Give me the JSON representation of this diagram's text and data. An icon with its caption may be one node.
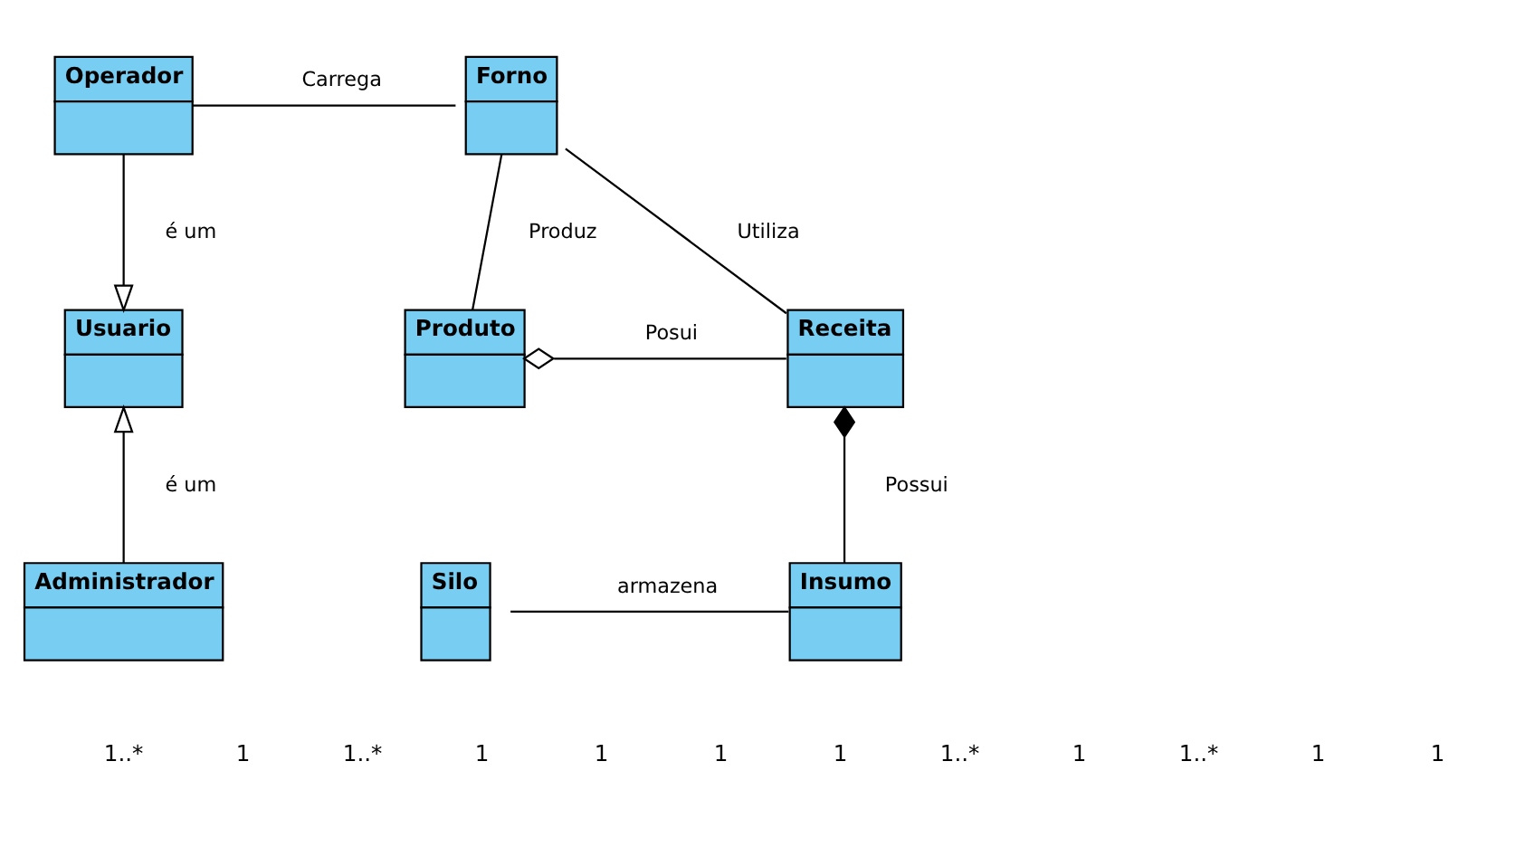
{
  "diagram": {
    "nodes": [
      {
        "text": [
          "Operador"
        ]
      },
      {
        "text": [
          "Forno"
        ]
      },
      {
        "text": [
          "Usuario"
        ]
      },
      {
        "text": [
          "Produto"
        ]
      },
      {
        "text": [
          "Receita"
        ]
      },
      {
        "text": [
          "Administrador"
        ]
      },
      {
        "text": [
          "Silo"
        ]
      },
      {
        "text": [
          "Insumo"
        ]
      }
    ],
    "edges": [
      {
        "from": 0,
        "to": 1,
        "arrow": "none",
        "label": "Carrega"
      },
      {
        "from": 0,
        "to": 2,
        "arrow": "to",
        "label": "é um"
      },
      {
        "from": 5,
        "to": 2,
        "arrow": "to",
        "label": "é um"
      },
      {
        "from": 1,
        "to": 3,
        "arrow": "none",
        "label": "Produz"
      },
      {
        "from": 1,
        "to": 4,
        "arrow": "none",
        "label": "Utiliza"
      },
      {
        "from": 3,
        "to": 4,
        "arrow": "other",
        "label": "Posui"
      },
      {
        "from": 4,
        "to": 7,
        "arrow": "other",
        "label": "Possui"
      },
      {
        "from": 6,
        "to": 7,
        "arrow": "none",
        "label": "armazena"
      }
    ],
    "labels": [
      "1..*",
      "1",
      "1..*",
      "1",
      "1",
      "1",
      "1",
      "1..*",
      "1",
      "1..*",
      "1",
      "1"
    ]
  }
}
